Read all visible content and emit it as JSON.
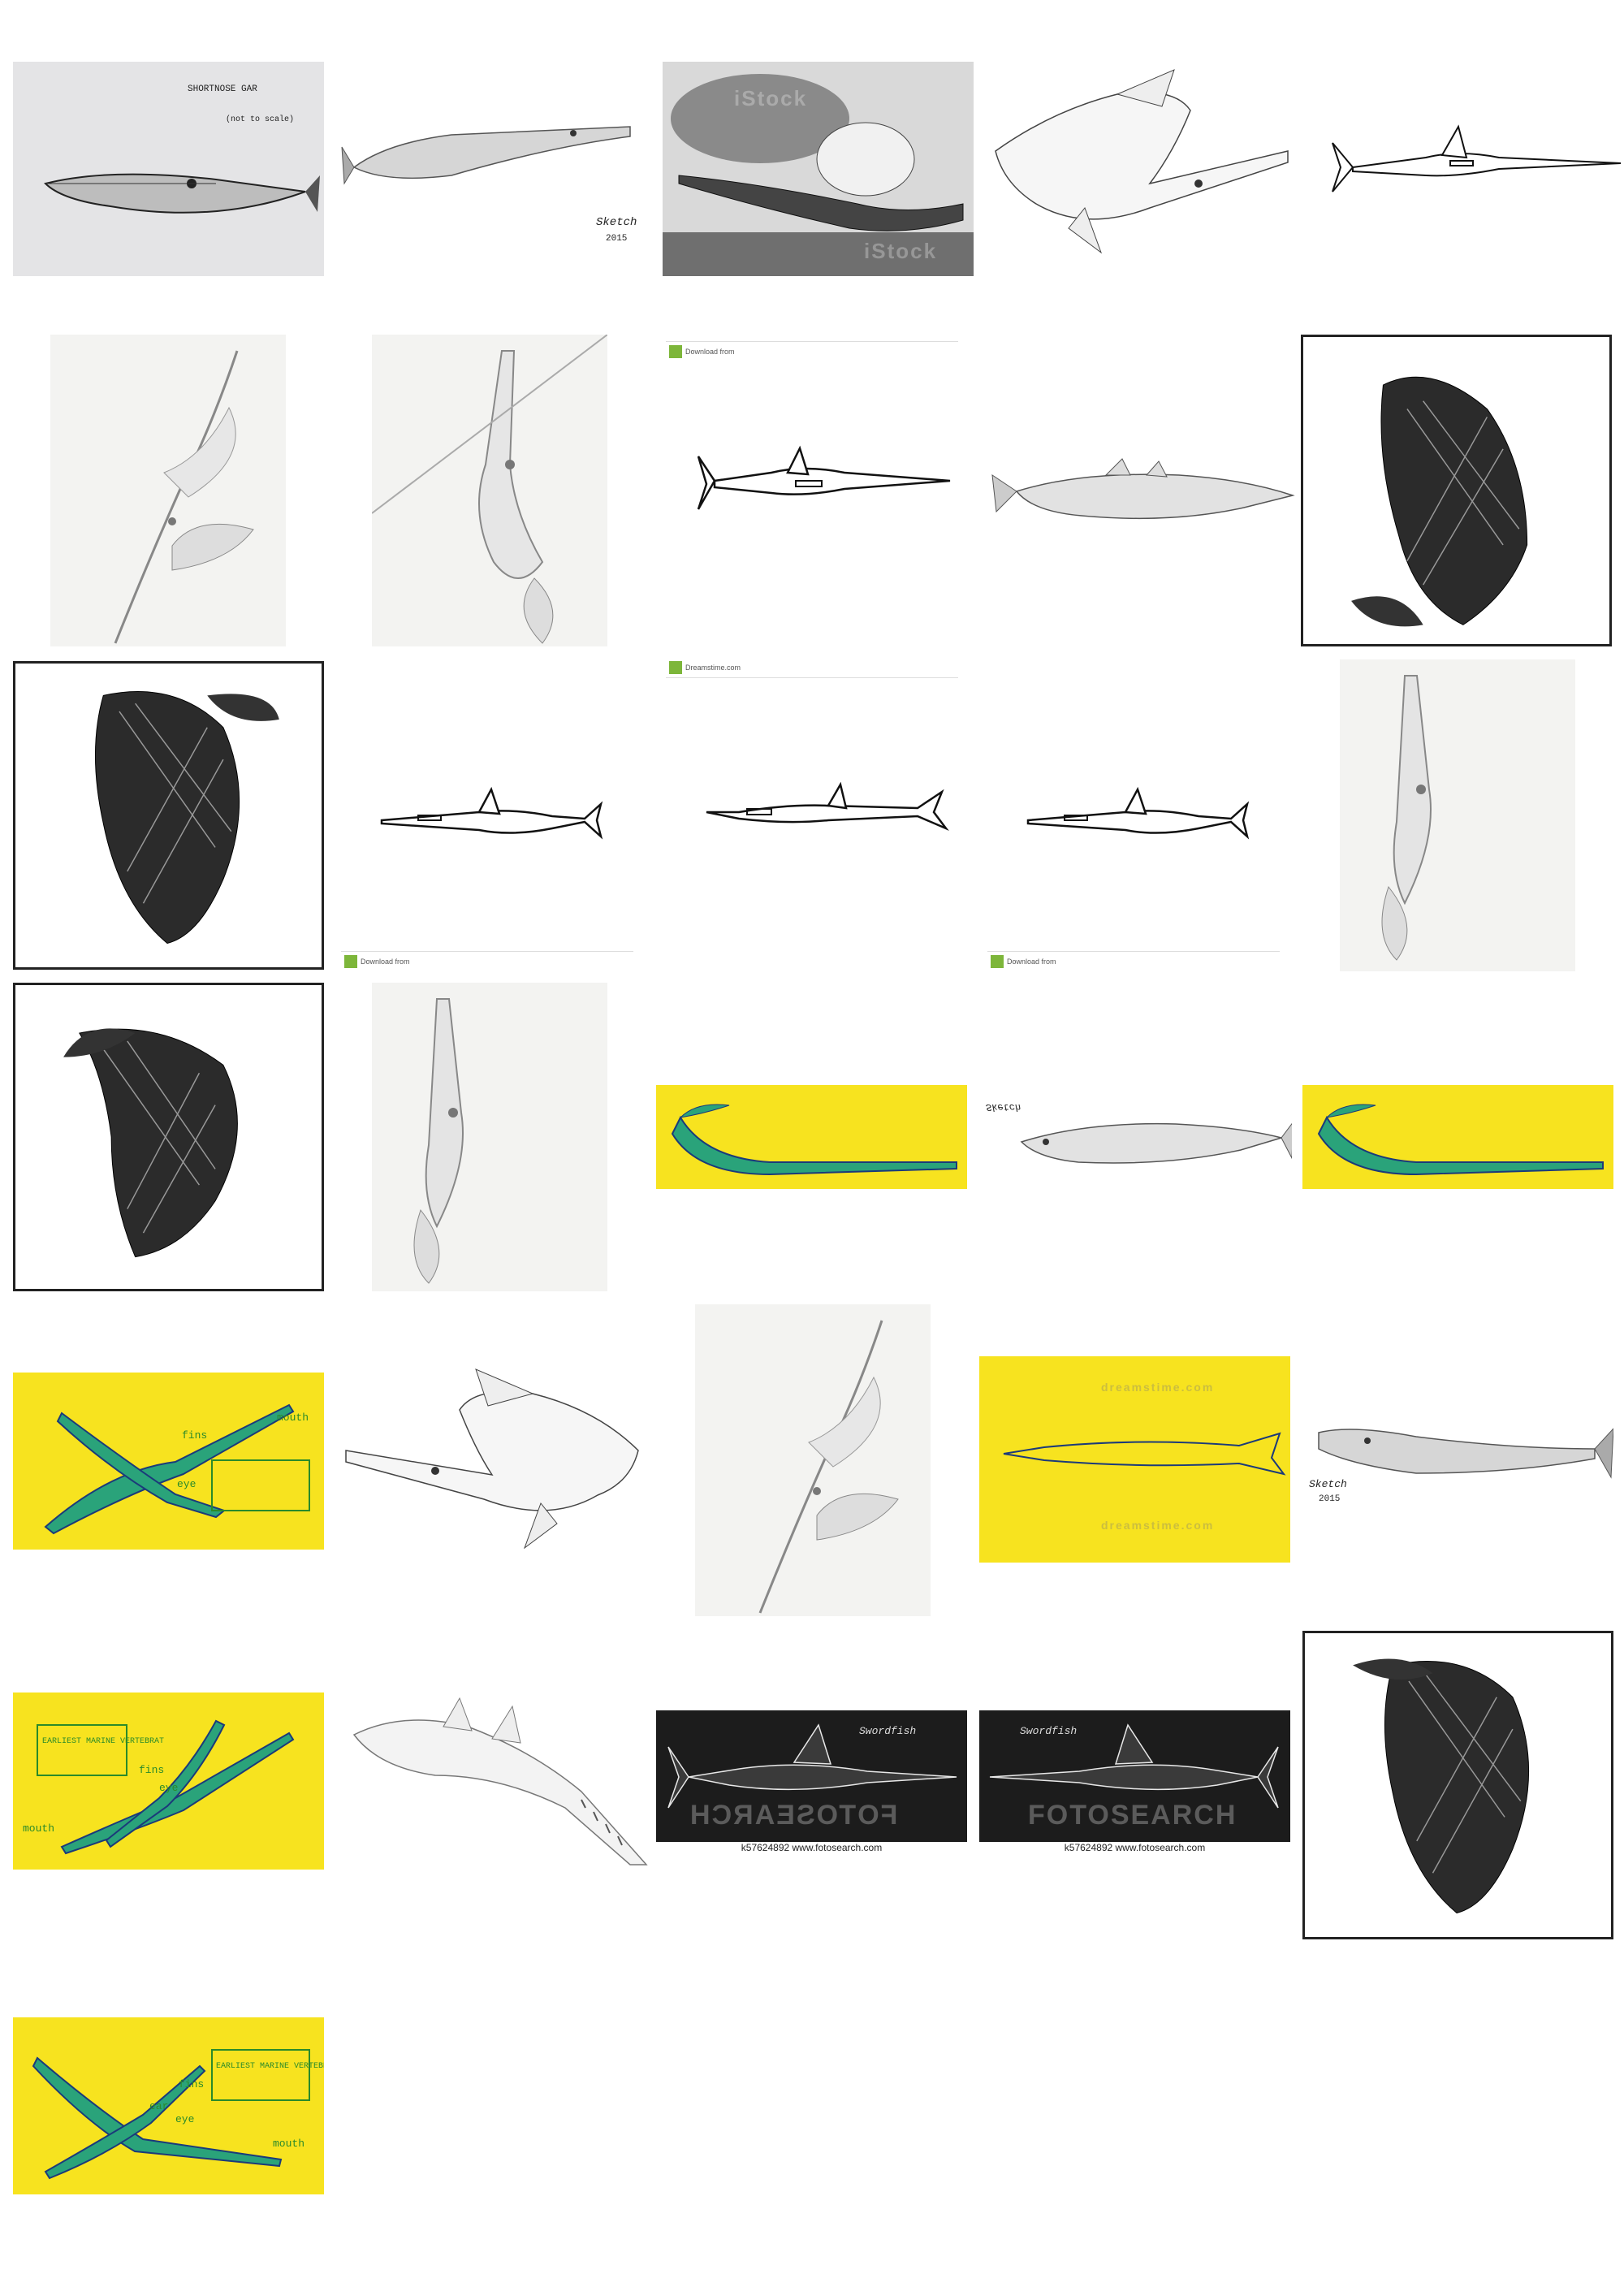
{
  "captions": {
    "ornithology_title": "SHORTNOSE GAR",
    "ornithology_sub": "(not to scale)",
    "signature_1": "Sketch",
    "signature_1_year": "2015",
    "istock": "iStock",
    "fotosearch_foot_1": "k57624892 www.fotosearch.com",
    "fotosearch_foot_2": "k57624892 www.fotosearch.com",
    "fotosearch_wm": "FOTOSEARCH",
    "swordfish_label": "Swordfish",
    "dreamstime_download": "Download from",
    "dreamstime_site": "Dreamstime.com",
    "dreamstime_wm": "dreamstime.com",
    "yellow_box_text": "EARLIEST MARINE VERTEBRAT",
    "yellow_label_fins": "fins",
    "yellow_label_eye": "eye",
    "yellow_label_ear": "ear",
    "yellow_label_mouth": "mouth"
  },
  "colors": {
    "yellow_bg": "#f7e31f",
    "teal_fill": "#2aa37a",
    "navy_outline": "#1b3a7a",
    "green_hand": "#2a8a2a",
    "dark_bg": "#1c1c1c"
  }
}
